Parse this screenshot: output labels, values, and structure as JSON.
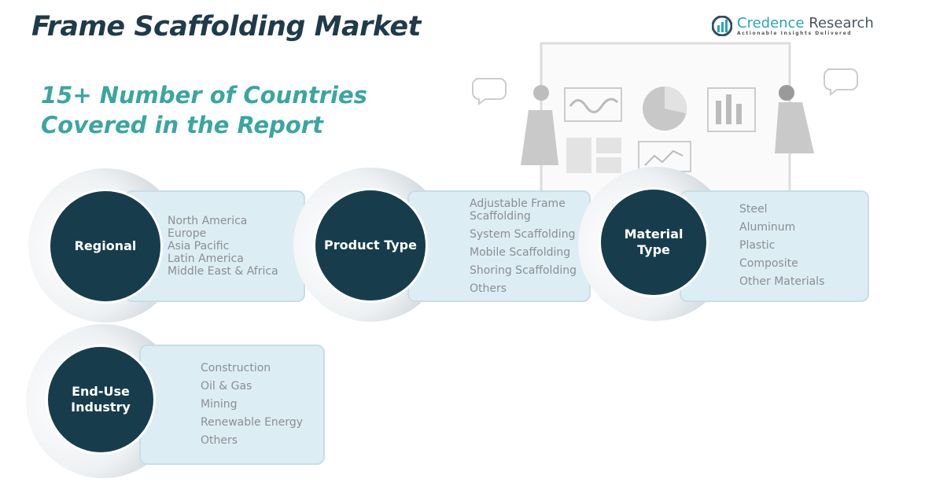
{
  "title": "Frame Scaffolding Market",
  "subtitle": [
    "15+ Number of Countries",
    "Covered in the Report"
  ],
  "logo": {
    "name_part1": "Credence",
    "name_part2": " Research",
    "tagline": "Actionable Insights Delivered"
  },
  "segments": [
    {
      "label": "Regional",
      "items": [
        "North America",
        "Europe",
        "Asia Pacific",
        "Latin America",
        "Middle East & Africa"
      ]
    },
    {
      "label": "Product Type",
      "items": [
        "Adjustable Frame Scaffolding",
        "System Scaffolding",
        "Mobile Scaffolding",
        "Shoring Scaffolding",
        "Others"
      ]
    },
    {
      "label": "Material Type",
      "items": [
        "Steel",
        "Aluminum",
        "Plastic",
        "Composite",
        "Other Materials"
      ]
    },
    {
      "label": "End-Use Industry",
      "items": [
        "Construction",
        "Oil & Gas",
        "Mining",
        "Renewable Energy",
        "Others"
      ]
    }
  ]
}
